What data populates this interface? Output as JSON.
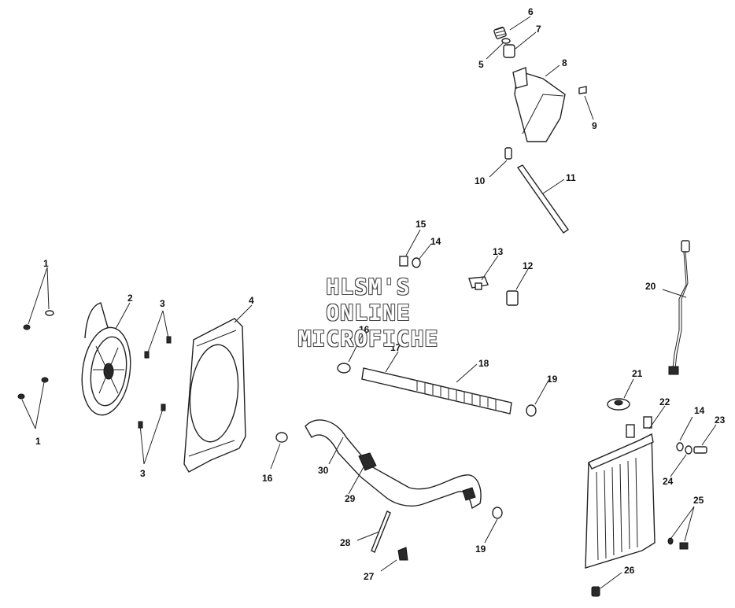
{
  "watermark": {
    "line1": "HLSM'S",
    "line2": "ONLINE",
    "line3": "MICROFICHE"
  },
  "callouts": {
    "c1a": "1",
    "c1b": "1",
    "c2": "2",
    "c3a": "3",
    "c3b": "3",
    "c4": "4",
    "c5": "5",
    "c6": "6",
    "c7": "7",
    "c8": "8",
    "c9": "9",
    "c10": "10",
    "c11": "11",
    "c12": "12",
    "c13": "13",
    "c14a": "14",
    "c14b": "14",
    "c15": "15",
    "c16a": "16",
    "c16b": "16",
    "c17": "17",
    "c18": "18",
    "c19a": "19",
    "c19b": "19",
    "c20": "20",
    "c21": "21",
    "c22": "22",
    "c23": "23",
    "c24": "24",
    "c25": "25",
    "c26": "26",
    "c27": "27",
    "c28": "28",
    "c29": "29",
    "c30": "30"
  },
  "colors": {
    "line": "#222222",
    "background": "#ffffff",
    "watermark_outline": "#444444"
  }
}
